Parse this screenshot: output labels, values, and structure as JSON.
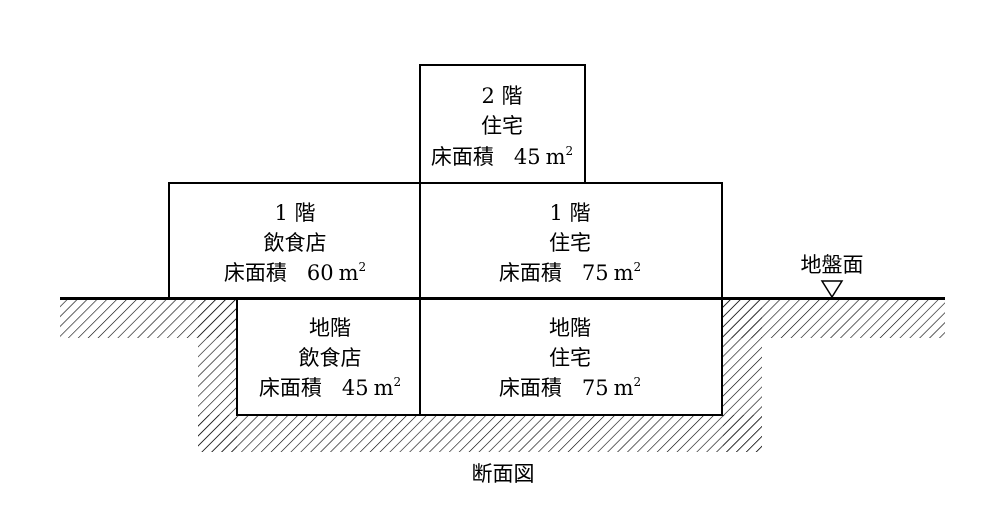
{
  "ground_label": "地盤面",
  "caption": "断面図",
  "rooms": [
    {
      "id": "f2-house",
      "floor": "2 階",
      "use": "住宅",
      "area_label": "床面積",
      "area_value": "45",
      "area_unit": "m",
      "unit_sup": "2"
    },
    {
      "id": "f1-restaurant",
      "floor": "1 階",
      "use": "飲食店",
      "area_label": "床面積",
      "area_value": "60",
      "area_unit": "m",
      "unit_sup": "2"
    },
    {
      "id": "f1-house",
      "floor": "1 階",
      "use": "住宅",
      "area_label": "床面積",
      "area_value": "75",
      "area_unit": "m",
      "unit_sup": "2"
    },
    {
      "id": "b1-restaurant",
      "floor": "地階",
      "use": "飲食店",
      "area_label": "床面積",
      "area_value": "45",
      "area_unit": "m",
      "unit_sup": "2"
    },
    {
      "id": "b1-house",
      "floor": "地階",
      "use": "住宅",
      "area_label": "床面積",
      "area_value": "75",
      "area_unit": "m",
      "unit_sup": "2"
    }
  ]
}
